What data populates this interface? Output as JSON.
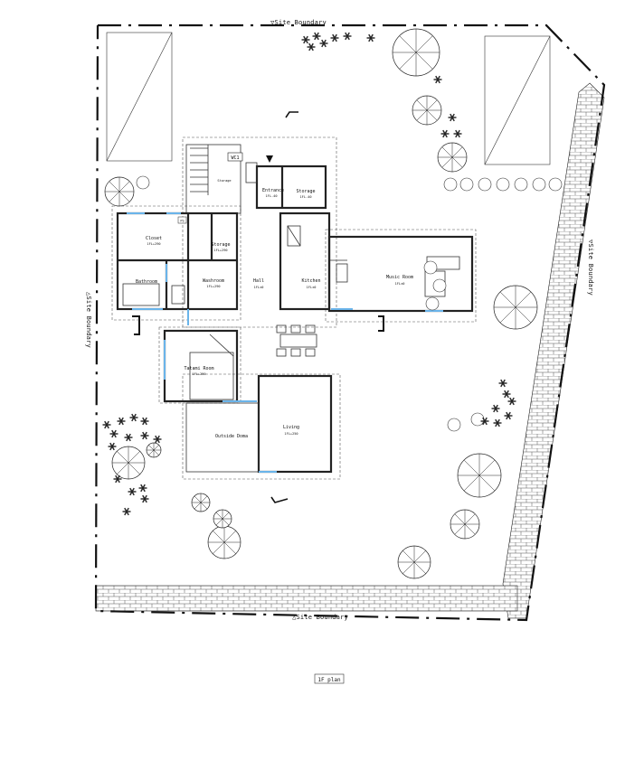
{
  "site_labels": {
    "top": "▽Site Boundary",
    "right": "▽Site Boundary",
    "left": "△Site Boundary",
    "bottom": "△Site Boundary"
  },
  "rooms": {
    "wc": {
      "name": "WC1"
    },
    "storage_small": {
      "name": "Storage"
    },
    "entrance": {
      "name": "Entrance",
      "level": "1FL-40"
    },
    "storage_ne": {
      "name": "Storage",
      "level": "1FL-40"
    },
    "closet": {
      "name": "Closet",
      "level": "1FL+290"
    },
    "ps": {
      "name": "PS"
    },
    "storage_mid": {
      "name": "Storage",
      "level": "1FL+290"
    },
    "bathroom": {
      "name": "Bathroom"
    },
    "washroom": {
      "name": "Washroom",
      "level": "1FL+290"
    },
    "hall": {
      "name": "Hall",
      "level": "1FL±0"
    },
    "kitchen": {
      "name": "Kitchen",
      "level": "1FL±0"
    },
    "music_room": {
      "name": "Music Room",
      "level": "1FL±0"
    },
    "tatami_room": {
      "name": "Tatami Room",
      "level": "1FL+290"
    },
    "living": {
      "name": "Living",
      "level": "1FL+250"
    },
    "outside_doma": {
      "name": "Outside Doma"
    }
  },
  "plan_title": "1F plan",
  "colors": {
    "window": "#6ab4ea",
    "line": "#222222"
  }
}
